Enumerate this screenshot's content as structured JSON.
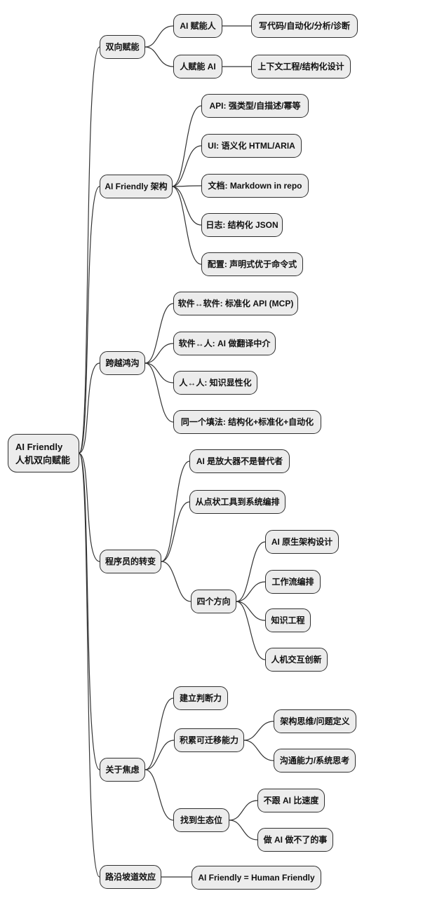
{
  "colors": {
    "background": "#ffffff",
    "node_fill": "#ececec",
    "node_border": "#2f2f2f",
    "edge": "#333333",
    "text": "#111111"
  },
  "root": {
    "line1": "AI Friendly",
    "line2": "人机双向赋能"
  },
  "branches": [
    {
      "label": "双向赋能",
      "children": [
        {
          "label": "AI 赋能人",
          "children": [
            {
              "label": "写代码/自动化/分析/诊断"
            }
          ]
        },
        {
          "label": "人赋能 AI",
          "children": [
            {
              "label": "上下文工程/结构化设计"
            }
          ]
        }
      ]
    },
    {
      "label": "AI Friendly 架构",
      "children": [
        {
          "label": "API: 强类型/自描述/幂等"
        },
        {
          "label": "UI: 语义化 HTML/ARIA"
        },
        {
          "label": "文档: Markdown in repo"
        },
        {
          "label": "日志: 结构化 JSON"
        },
        {
          "label": "配置: 声明式优于命令式"
        }
      ]
    },
    {
      "label": "跨越鸿沟",
      "children": [
        {
          "label": "软件↔软件: 标准化 API (MCP)"
        },
        {
          "label": "软件↔人: AI 做翻译中介"
        },
        {
          "label": "人↔人: 知识显性化"
        },
        {
          "label": "同一个填法: 结构化+标准化+自动化"
        }
      ]
    },
    {
      "label": "程序员的转变",
      "children": [
        {
          "label": "AI 是放大器不是替代者"
        },
        {
          "label": "从点状工具到系统编排"
        },
        {
          "label": "四个方向",
          "children": [
            {
              "label": "AI 原生架构设计"
            },
            {
              "label": "工作流编排"
            },
            {
              "label": "知识工程"
            },
            {
              "label": "人机交互创新"
            }
          ]
        }
      ]
    },
    {
      "label": "关于焦虑",
      "children": [
        {
          "label": "建立判断力"
        },
        {
          "label": "积累可迁移能力",
          "children": [
            {
              "label": "架构思维/问题定义"
            },
            {
              "label": "沟通能力/系统思考"
            }
          ]
        },
        {
          "label": "找到生态位",
          "children": [
            {
              "label": "不跟 AI 比速度"
            },
            {
              "label": "做 AI 做不了的事"
            }
          ]
        }
      ]
    },
    {
      "label": "路沿坡道效应",
      "children": [
        {
          "label": "AI Friendly = Human Friendly"
        }
      ]
    }
  ]
}
